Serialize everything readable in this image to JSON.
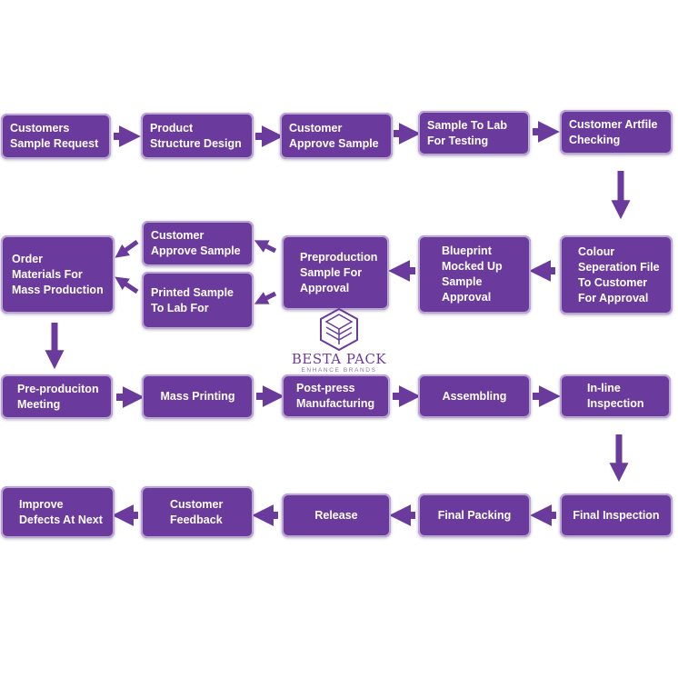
{
  "steps": {
    "customers_sample_request": "Customers\nSample Request",
    "product_structure_design": "Product\nStructure Design",
    "customer_approve_sample_1": "Customer\nApprove Sample",
    "sample_to_lab_for_testing": "Sample To Lab\nFor Testing",
    "customer_artfile_checking": "Customer Artfile\nChecking",
    "colour_seperation_file": "Colour\nSeperation File\nTo Customer\nFor Approval",
    "blueprint_mocked_up": "Blueprint\nMocked Up\nSample\nApproval",
    "preproduction_sample": "Preproduction\nSample For\nApproval",
    "customer_approve_sample_2": "Customer\nApprove Sample",
    "printed_sample_to_lab": "Printed Sample\nTo Lab For",
    "order_materials": "Order\nMaterials For\nMass Production",
    "pre_production_meeting": "Pre-produciton\nMeeting",
    "mass_printing": "Mass Printing",
    "post_press_manufacturing": "Post-press\nManufacturing",
    "assembling": "Assembling",
    "in_line_inspection": "In-line\nInspection",
    "final_inspection": "Final Inspection",
    "final_packing": "Final Packing",
    "release": "Release",
    "customer_feedback": "Customer\nFeedback",
    "improve_defects": "Improve\nDefects At Next"
  },
  "logo": {
    "name": "BESTA PACK",
    "tagline": "ENHANCE BRANDS"
  },
  "colors": {
    "box_fill": "#6a3a9c",
    "box_border": "#b9a6d2",
    "arrow": "#6a3a9c",
    "text": "#ffffff"
  }
}
